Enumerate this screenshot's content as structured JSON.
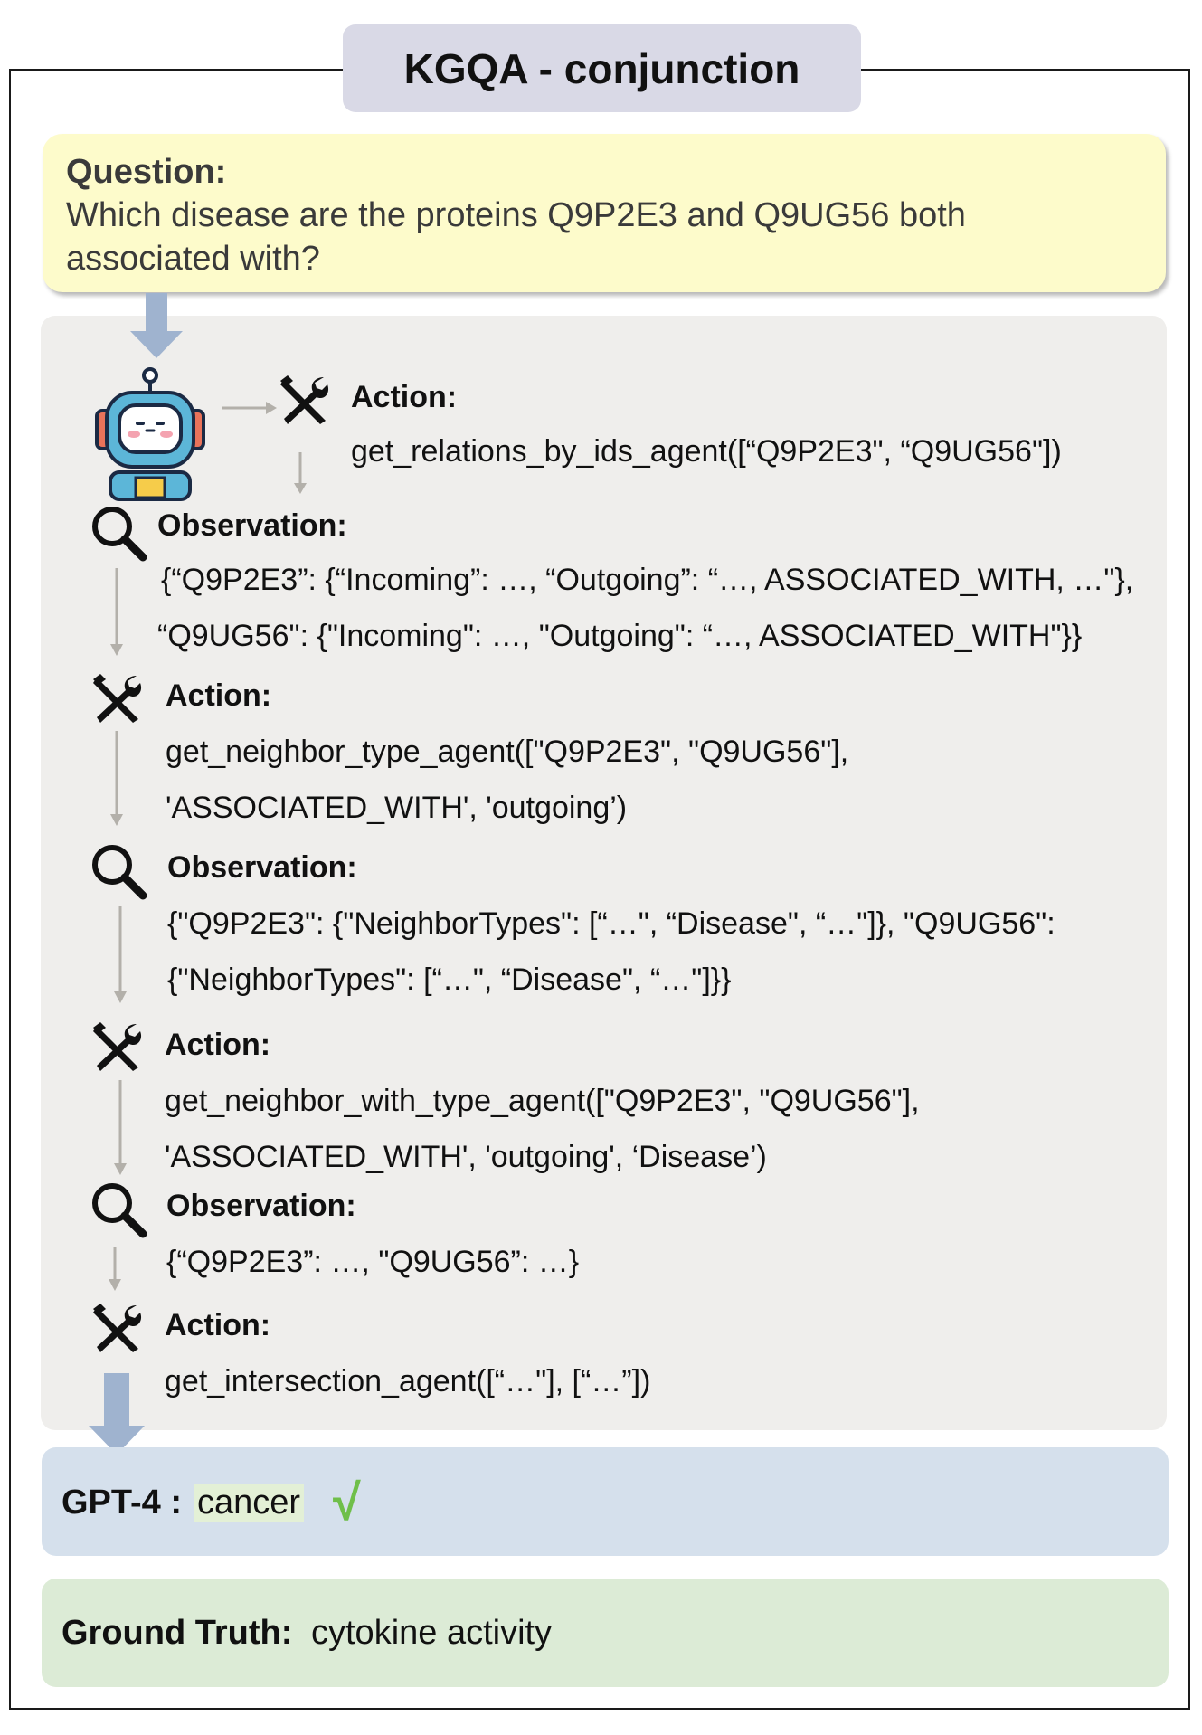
{
  "title": "KGQA - conjunction",
  "question": {
    "label": "Question:",
    "line1": "Which disease are the proteins Q9P2E3 and Q9UG56 both",
    "line2": "associated with?"
  },
  "steps": [
    {
      "label": "Action:",
      "lines": [
        "get_relations_by_ids_agent([“Q9P2E3\", “Q9UG56\"])"
      ]
    },
    {
      "label": "Observation:",
      "lines": [
        "{“Q9P2E3”: {“Incoming”: …, “Outgoing”: “…, ASSOCIATED_WITH, …\"},",
        "“Q9UG56\": {\"Incoming\": …, \"Outgoing\": “…, ASSOCIATED_WITH\"}}"
      ]
    },
    {
      "label": "Action:",
      "lines": [
        "get_neighbor_type_agent([\"Q9P2E3\", \"Q9UG56\"],",
        "'ASSOCIATED_WITH', 'outgoing’)"
      ]
    },
    {
      "label": "Observation:",
      "lines": [
        "{\"Q9P2E3\": {\"NeighborTypes\": [“…\", “Disease\", “…\"]}, \"Q9UG56\":",
        "{\"NeighborTypes\": [“…\", “Disease\", “…\"]}}"
      ]
    },
    {
      "label": "Action:",
      "lines": [
        "get_neighbor_with_type_agent([\"Q9P2E3\", \"Q9UG56\"],",
        "'ASSOCIATED_WITH', 'outgoing', ‘Disease’)"
      ]
    },
    {
      "label": "Observation:",
      "lines": [
        "{“Q9P2E3”: …, \"Q9UG56”: …}"
      ]
    },
    {
      "label": "Action:",
      "lines": [
        "get_intersection_agent([“…\"], [“…”])"
      ]
    }
  ],
  "result": {
    "model_label": "GPT-4 :",
    "model_answer": "cancer",
    "check": "√",
    "truth_label": "Ground Truth:",
    "truth_value": "cytokine activity"
  },
  "colors": {
    "title_bg": "#d9d9e6",
    "question_bg": "#fdfbcb",
    "trace_bg": "#efeeec",
    "gpt_bg": "#d5e0ec",
    "truth_bg": "#dcebd6",
    "check": "#6fbf4a",
    "big_arrow": "#9fb3cf"
  },
  "icons": [
    "robot-icon",
    "tools-icon",
    "magnifier-icon"
  ]
}
